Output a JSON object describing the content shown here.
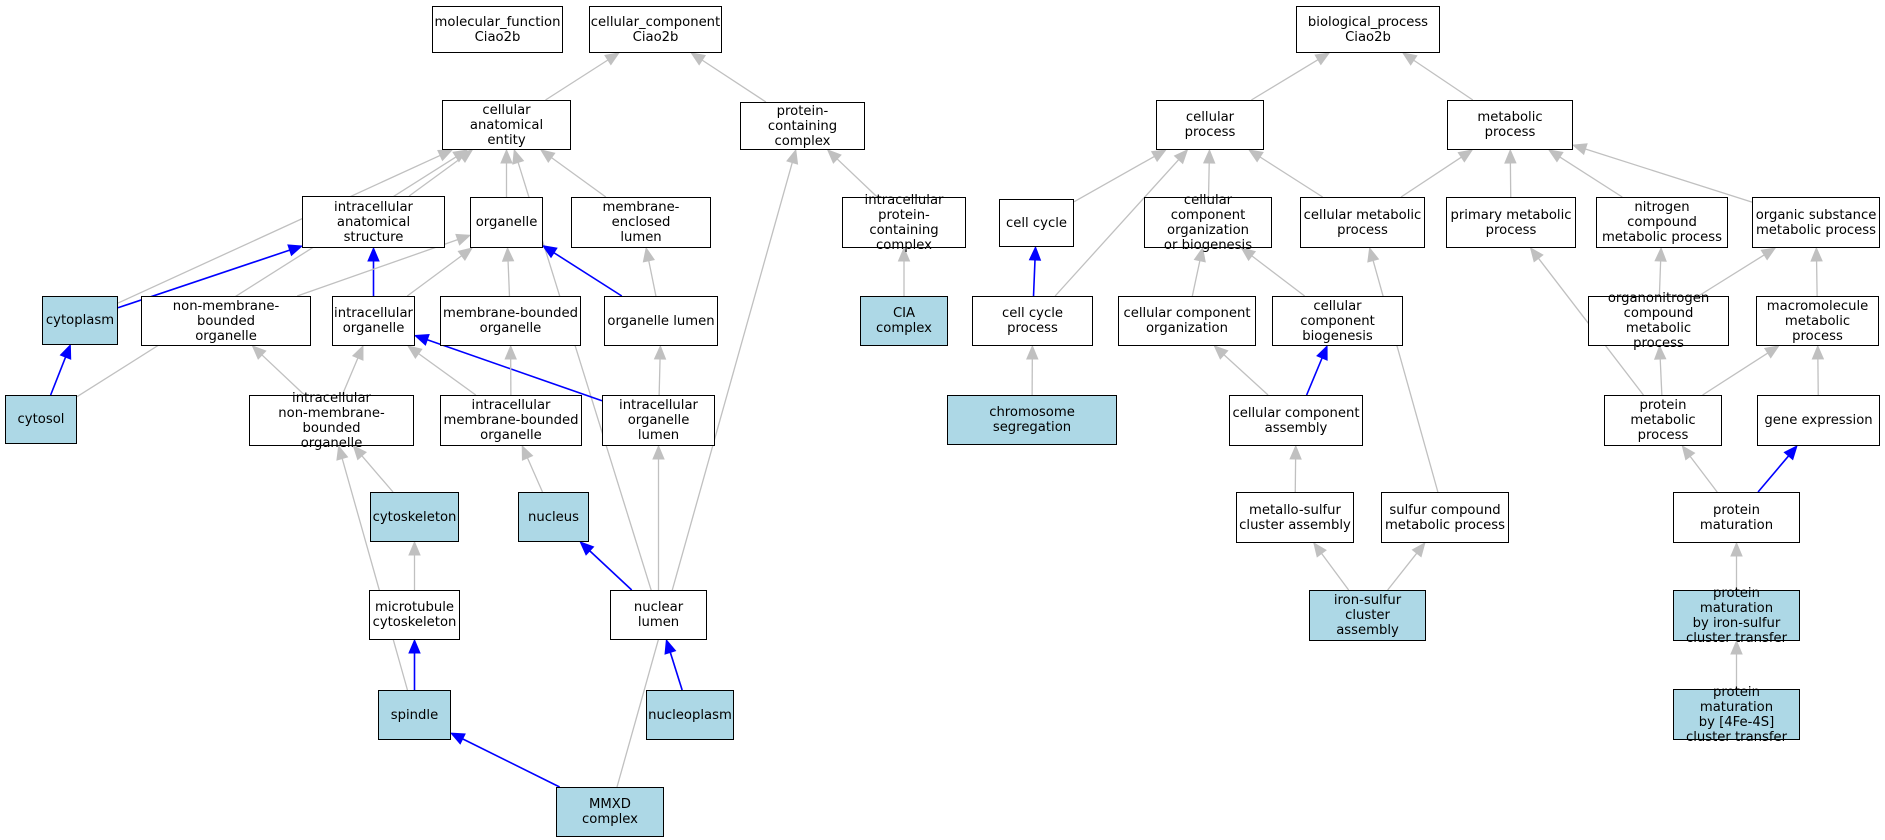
{
  "diagram": {
    "colors": {
      "edge_default": "#c0c0c0",
      "edge_highlight": "#0000ff",
      "node_highlight": "#add8e6",
      "node_default": "#ffffff"
    },
    "nodes": [
      {
        "id": "mf_root",
        "label": "molecular_function\nCiao2b",
        "hl": false
      },
      {
        "id": "cc_root",
        "label": "cellular_component\nCiao2b",
        "hl": false
      },
      {
        "id": "bp_root",
        "label": "biological_process\nCiao2b",
        "hl": false
      },
      {
        "id": "cae",
        "label": "cellular anatomical\nentity",
        "hl": false
      },
      {
        "id": "pcc",
        "label": "protein-containing\ncomplex",
        "hl": false
      },
      {
        "id": "ias",
        "label": "intracellular\nanatomical structure",
        "hl": false
      },
      {
        "id": "organelle",
        "label": "organelle",
        "hl": false
      },
      {
        "id": "mel",
        "label": "membrane-enclosed\nlumen",
        "hl": false
      },
      {
        "id": "ipcc",
        "label": "intracellular\nprotein-containing\ncomplex",
        "hl": false
      },
      {
        "id": "cytoplasm",
        "label": "cytoplasm",
        "hl": true
      },
      {
        "id": "nmbo",
        "label": "non-membrane-bounded\norganelle",
        "hl": false
      },
      {
        "id": "io",
        "label": "intracellular\norganelle",
        "hl": false
      },
      {
        "id": "mbo",
        "label": "membrane-bounded\norganelle",
        "hl": false
      },
      {
        "id": "olumen",
        "label": "organelle lumen",
        "hl": false
      },
      {
        "id": "cia",
        "label": "CIA complex",
        "hl": true
      },
      {
        "id": "cytosol",
        "label": "cytosol",
        "hl": true
      },
      {
        "id": "inmbo",
        "label": "intracellular\nnon-membrane-bounded\norganelle",
        "hl": false
      },
      {
        "id": "imbo",
        "label": "intracellular\nmembrane-bounded\norganelle",
        "hl": false
      },
      {
        "id": "iol",
        "label": "intracellular\norganelle lumen",
        "hl": false
      },
      {
        "id": "cytoskeleton",
        "label": "cytoskeleton",
        "hl": true
      },
      {
        "id": "nucleus",
        "label": "nucleus",
        "hl": true
      },
      {
        "id": "mtcs",
        "label": "microtubule\ncytoskeleton",
        "hl": false
      },
      {
        "id": "nlumen",
        "label": "nuclear lumen",
        "hl": false
      },
      {
        "id": "spindle",
        "label": "spindle",
        "hl": true
      },
      {
        "id": "nucleoplasm",
        "label": "nucleoplasm",
        "hl": true
      },
      {
        "id": "mmxd",
        "label": "MMXD complex",
        "hl": true
      },
      {
        "id": "cp",
        "label": "cellular process",
        "hl": false
      },
      {
        "id": "mp",
        "label": "metabolic process",
        "hl": false
      },
      {
        "id": "cc",
        "label": "cell cycle",
        "hl": false
      },
      {
        "id": "ccob",
        "label": "cellular component\norganization\nor biogenesis",
        "hl": false
      },
      {
        "id": "cmp",
        "label": "cellular metabolic\nprocess",
        "hl": false
      },
      {
        "id": "pmp",
        "label": "primary metabolic\nprocess",
        "hl": false
      },
      {
        "id": "ncmp",
        "label": "nitrogen compound\nmetabolic process",
        "hl": false
      },
      {
        "id": "osmp",
        "label": "organic substance\nmetabolic process",
        "hl": false
      },
      {
        "id": "ccp",
        "label": "cell cycle process",
        "hl": false
      },
      {
        "id": "cco",
        "label": "cellular component\norganization",
        "hl": false
      },
      {
        "id": "ccb",
        "label": "cellular component\nbiogenesis",
        "hl": false
      },
      {
        "id": "oncmp",
        "label": "organonitrogen\ncompound metabolic\nprocess",
        "hl": false
      },
      {
        "id": "mmp",
        "label": "macromolecule\nmetabolic process",
        "hl": false
      },
      {
        "id": "cseg",
        "label": "chromosome segregation",
        "hl": true
      },
      {
        "id": "cca",
        "label": "cellular component\nassembly",
        "hl": false
      },
      {
        "id": "prmp",
        "label": "protein metabolic\nprocess",
        "hl": false
      },
      {
        "id": "ge",
        "label": "gene expression",
        "hl": false
      },
      {
        "id": "msca",
        "label": "metallo-sulfur\ncluster assembly",
        "hl": false
      },
      {
        "id": "scmp",
        "label": "sulfur compound\nmetabolic process",
        "hl": false
      },
      {
        "id": "pm",
        "label": "protein maturation",
        "hl": false
      },
      {
        "id": "isca",
        "label": "iron-sulfur\ncluster assembly",
        "hl": true
      },
      {
        "id": "pmis",
        "label": "protein maturation\nby iron-sulfur\ncluster transfer",
        "hl": true
      },
      {
        "id": "pm4fe",
        "label": "protein maturation\nby [4Fe-4S]\ncluster transfer",
        "hl": true
      }
    ],
    "edges": [
      {
        "from": "cae",
        "to": "cc_root",
        "hl": false
      },
      {
        "from": "pcc",
        "to": "cc_root",
        "hl": false
      },
      {
        "from": "ias",
        "to": "cae",
        "hl": false
      },
      {
        "from": "organelle",
        "to": "cae",
        "hl": false
      },
      {
        "from": "mel",
        "to": "cae",
        "hl": false
      },
      {
        "from": "cytoplasm",
        "to": "cae",
        "hl": false
      },
      {
        "from": "cytosol",
        "to": "cae",
        "hl": false
      },
      {
        "from": "nucleoplasm",
        "to": "cae",
        "hl": false
      },
      {
        "from": "ipcc",
        "to": "pcc",
        "hl": false
      },
      {
        "from": "mmxd",
        "to": "pcc",
        "hl": false
      },
      {
        "from": "cia",
        "to": "ipcc",
        "hl": false
      },
      {
        "from": "cytoplasm",
        "to": "ias",
        "hl": true
      },
      {
        "from": "io",
        "to": "ias",
        "hl": true
      },
      {
        "from": "cytosol",
        "to": "cytoplasm",
        "hl": true
      },
      {
        "from": "nmbo",
        "to": "organelle",
        "hl": false
      },
      {
        "from": "io",
        "to": "organelle",
        "hl": false
      },
      {
        "from": "mbo",
        "to": "organelle",
        "hl": false
      },
      {
        "from": "olumen",
        "to": "organelle",
        "hl": true
      },
      {
        "from": "olumen",
        "to": "mel",
        "hl": false
      },
      {
        "from": "inmbo",
        "to": "nmbo",
        "hl": false
      },
      {
        "from": "inmbo",
        "to": "io",
        "hl": false
      },
      {
        "from": "imbo",
        "to": "io",
        "hl": false
      },
      {
        "from": "iol",
        "to": "io",
        "hl": true
      },
      {
        "from": "imbo",
        "to": "mbo",
        "hl": false
      },
      {
        "from": "iol",
        "to": "olumen",
        "hl": false
      },
      {
        "from": "cytoskeleton",
        "to": "inmbo",
        "hl": false
      },
      {
        "from": "spindle",
        "to": "inmbo",
        "hl": false
      },
      {
        "from": "nucleus",
        "to": "imbo",
        "hl": false
      },
      {
        "from": "nlumen",
        "to": "iol",
        "hl": false
      },
      {
        "from": "mtcs",
        "to": "cytoskeleton",
        "hl": false
      },
      {
        "from": "nlumen",
        "to": "nucleus",
        "hl": true
      },
      {
        "from": "spindle",
        "to": "mtcs",
        "hl": true
      },
      {
        "from": "nucleoplasm",
        "to": "nlumen",
        "hl": true
      },
      {
        "from": "mmxd",
        "to": "spindle",
        "hl": true
      },
      {
        "from": "cp",
        "to": "bp_root",
        "hl": false
      },
      {
        "from": "mp",
        "to": "bp_root",
        "hl": false
      },
      {
        "from": "cc",
        "to": "cp",
        "hl": false
      },
      {
        "from": "ccp",
        "to": "cp",
        "hl": false
      },
      {
        "from": "ccob",
        "to": "cp",
        "hl": false
      },
      {
        "from": "cmp",
        "to": "cp",
        "hl": false
      },
      {
        "from": "cmp",
        "to": "mp",
        "hl": false
      },
      {
        "from": "pmp",
        "to": "mp",
        "hl": false
      },
      {
        "from": "ncmp",
        "to": "mp",
        "hl": false
      },
      {
        "from": "osmp",
        "to": "mp",
        "hl": false
      },
      {
        "from": "ccp",
        "to": "cc",
        "hl": true
      },
      {
        "from": "cco",
        "to": "ccob",
        "hl": false
      },
      {
        "from": "ccb",
        "to": "ccob",
        "hl": false
      },
      {
        "from": "scmp",
        "to": "cmp",
        "hl": false
      },
      {
        "from": "oncmp",
        "to": "ncmp",
        "hl": false
      },
      {
        "from": "oncmp",
        "to": "osmp",
        "hl": false
      },
      {
        "from": "mmp",
        "to": "osmp",
        "hl": false
      },
      {
        "from": "cseg",
        "to": "ccp",
        "hl": false
      },
      {
        "from": "cca",
        "to": "cco",
        "hl": false
      },
      {
        "from": "cca",
        "to": "ccb",
        "hl": true
      },
      {
        "from": "prmp",
        "to": "oncmp",
        "hl": false
      },
      {
        "from": "prmp",
        "to": "mmp",
        "hl": false
      },
      {
        "from": "ge",
        "to": "mmp",
        "hl": false
      },
      {
        "from": "prmp",
        "to": "pmp",
        "hl": false
      },
      {
        "from": "msca",
        "to": "cca",
        "hl": false
      },
      {
        "from": "isca",
        "to": "msca",
        "hl": false
      },
      {
        "from": "isca",
        "to": "scmp",
        "hl": false
      },
      {
        "from": "pm",
        "to": "prmp",
        "hl": false
      },
      {
        "from": "pm",
        "to": "ge",
        "hl": true
      },
      {
        "from": "pmis",
        "to": "pm",
        "hl": false
      },
      {
        "from": "pm4fe",
        "to": "pmis",
        "hl": false
      }
    ]
  }
}
